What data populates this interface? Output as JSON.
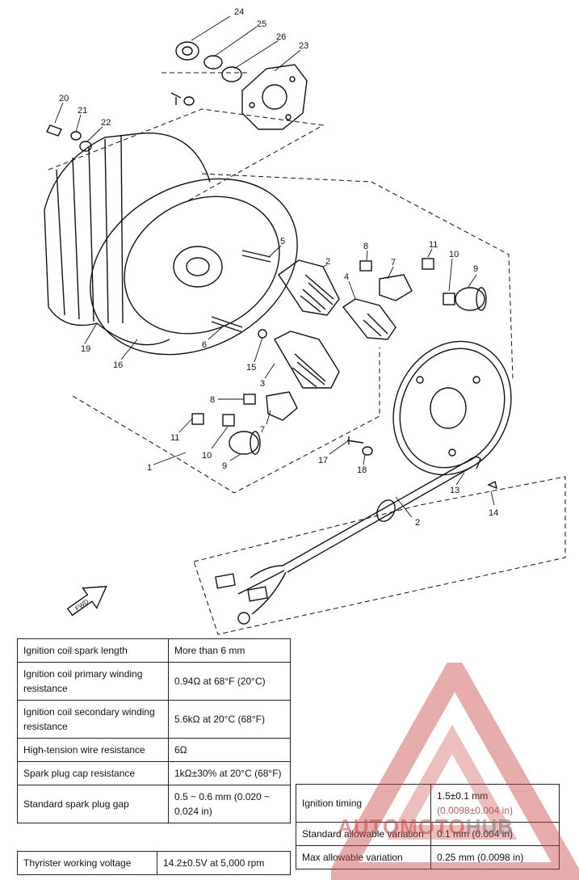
{
  "diagram": {
    "callouts": [
      "24",
      "25",
      "26",
      "23",
      "20",
      "21",
      "22",
      "5",
      "8",
      "11",
      "10",
      "9",
      "2",
      "7",
      "4",
      "6",
      "15",
      "3",
      "19",
      "16",
      "8",
      "7",
      "11",
      "10",
      "9",
      "17",
      "18",
      "1",
      "13",
      "14",
      "2"
    ]
  },
  "spec_table": {
    "rows": [
      {
        "label": "Ignition coil spark length",
        "value": "More than 6 mm"
      },
      {
        "label": "Ignition coil primary winding resistance",
        "value": "0.94Ω at 68°F (20°C)"
      },
      {
        "label": "Ignition coil secondary winding resistance",
        "value": "5.6kΩ at 20°C (68°F)"
      },
      {
        "label": "High-tension wire resistance",
        "value": "6Ω"
      },
      {
        "label": "Spark plug cap resistance",
        "value": "1kΩ±30% at 20°C (68°F)"
      },
      {
        "label": "Standard spark plug gap",
        "value": "0.5 ~ 0.6 mm (0.020 ~ 0.024 in)"
      }
    ]
  },
  "thyristor": {
    "label": "Thyrister working voltage",
    "value": "14.2±0.5V at 5,000 rpm"
  },
  "timing_table": {
    "rows": [
      {
        "label": "Ignition timing",
        "value": "1.5±0.1 mm",
        "value2": "(0.0098±0.004 in)"
      },
      {
        "label": "Standard allowable variation",
        "value": "0.1 mm (0.004 in)",
        "value2": ""
      },
      {
        "label": "Max allowable variation",
        "value": "0.25 mm (0.0098 in)",
        "value2": ""
      }
    ]
  },
  "watermark": {
    "part1": "AUTOMOTO",
    "part2": "HUB"
  },
  "colors": {
    "ink": "#111111",
    "watermark_red": "#c84646",
    "watermark_gray": "#787878"
  },
  "icons": [
    "front-arrow-icon"
  ]
}
